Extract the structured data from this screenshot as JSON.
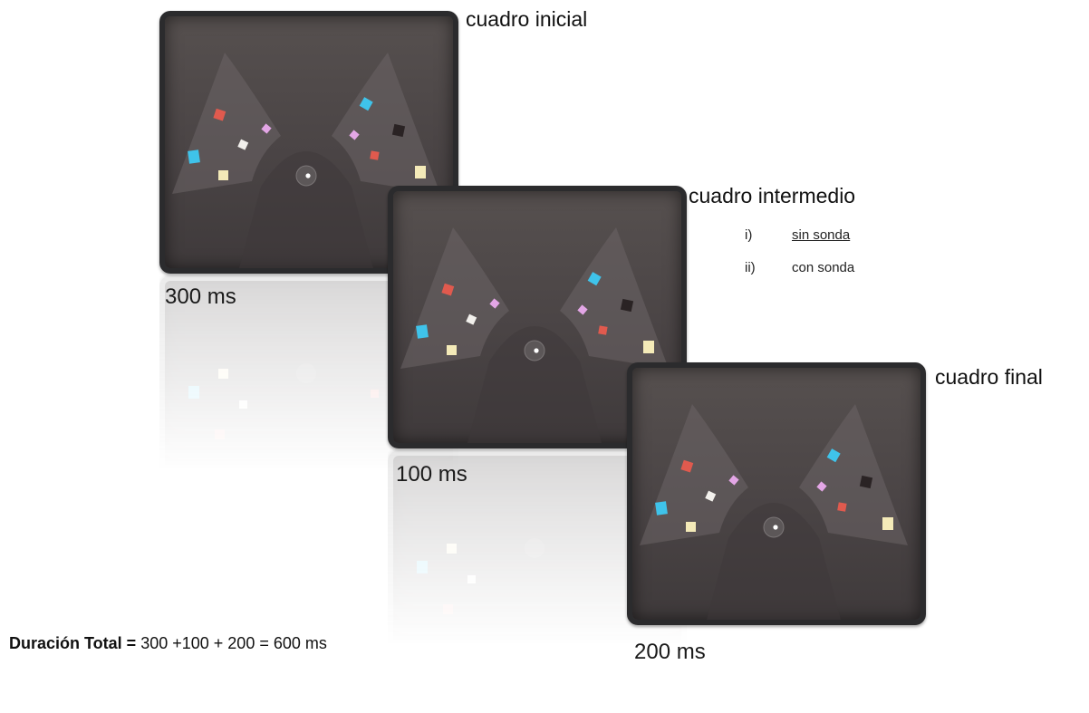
{
  "frames": [
    {
      "label": "cuadro inicial",
      "duration": "300 ms"
    },
    {
      "label": "cuadro intermedio",
      "duration": "100 ms"
    },
    {
      "label": "cuadro final",
      "duration": "200 ms"
    }
  ],
  "probe_options": [
    {
      "num": "i)",
      "text": "sin sonda",
      "underlined": true
    },
    {
      "num": "ii)",
      "text": "con sonda",
      "underlined": false
    }
  ],
  "total": {
    "label": "Duración Total =",
    "expression": "300 +100 + 200 = 600 ms"
  },
  "colors": {
    "cyan": "#3fc3ea",
    "red": "#e05a4e",
    "white": "#f2f0ec",
    "pink": "#e3a6e6",
    "cream": "#f4eab8",
    "dark": "#2a2324"
  }
}
